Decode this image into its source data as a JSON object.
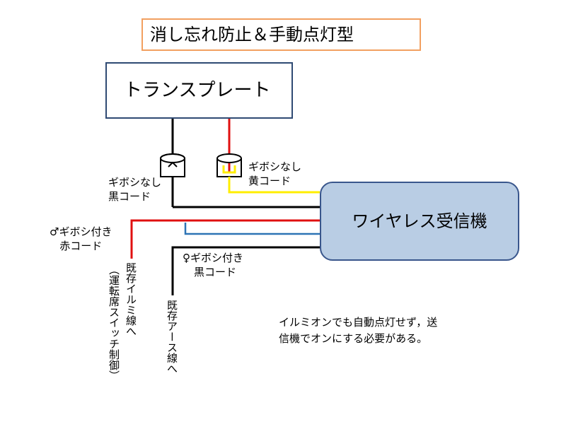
{
  "title": "消し忘れ防止＆手動点灯型",
  "plate_label": "トランスプレート",
  "receiver_label": "ワイヤレス受信機",
  "wires": {
    "black_top": {
      "line1": "ギボシなし",
      "line2": "黒コード"
    },
    "yellow": {
      "line1": "ギボシなし",
      "line2": "黄コード"
    },
    "red": {
      "line1": "♂ギボシ付き",
      "line2": "赤コード"
    },
    "black_bottom": {
      "line1": "♀ギボシ付き",
      "line2": "黒コード"
    }
  },
  "destinations": {
    "illumi": "既存イルミ線へ",
    "illumi_note": "（運転席スイッチ制御）",
    "earth": "既存アース線へ"
  },
  "note": {
    "line1": "イルミオンでも自動点灯せず，送",
    "line2": "信機でオンにする必要がある。"
  },
  "colors": {
    "black_wire": "#000000",
    "red_wire": "#e01010",
    "yellow_wire": "#ffee00",
    "blue_wire": "#2e74b5",
    "receiver_fill": "#b9cde4",
    "title_border": "#f2a060"
  }
}
